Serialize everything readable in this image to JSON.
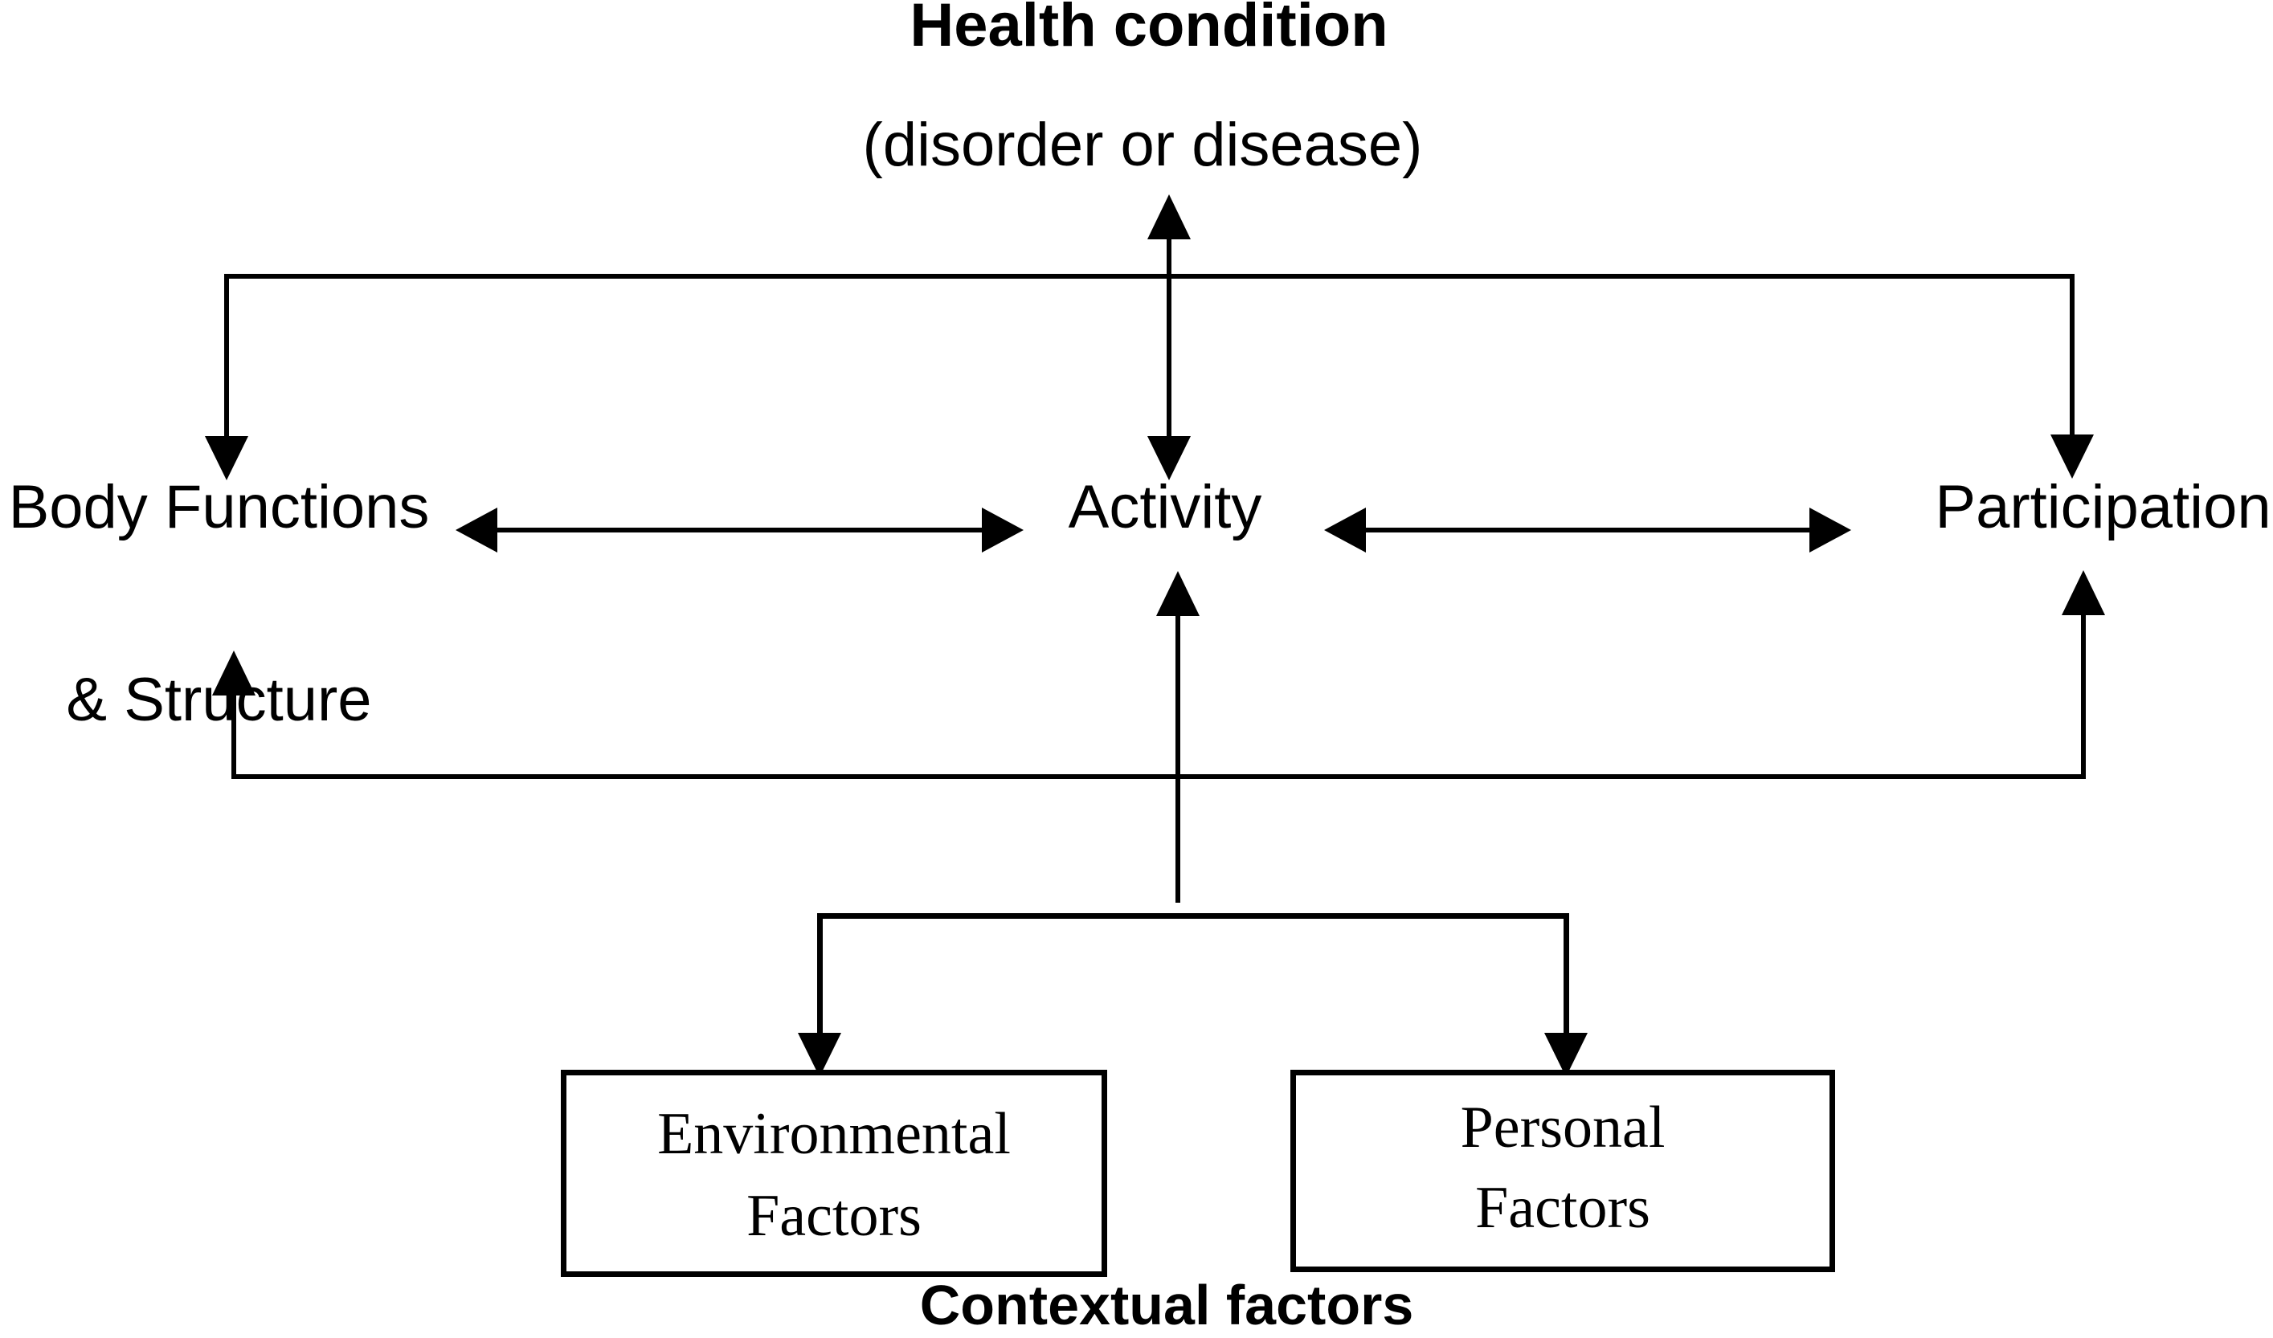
{
  "diagram": {
    "background": "#ffffff",
    "line_color": "#000000",
    "header": {
      "title": "Health condition",
      "subtitle": "(disorder or disease)"
    },
    "middle_row": {
      "left_node": {
        "line1": "Body Functions",
        "line2": "& Structure"
      },
      "center_node": "Activity",
      "right_node": "Participation"
    },
    "contextual": {
      "environmental_box": {
        "line1": "Environmental",
        "line2": "Factors"
      },
      "personal_box": {
        "line1": "Personal",
        "line2": "Factors"
      },
      "footer": "Contextual factors"
    }
  }
}
